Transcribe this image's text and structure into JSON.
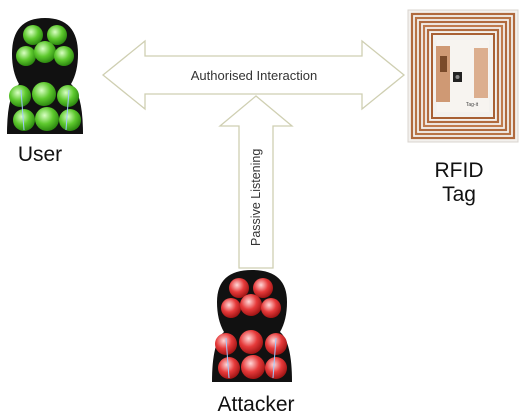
{
  "nodes": {
    "user": {
      "label": "User"
    },
    "attacker": {
      "label": "Attacker"
    },
    "rfid_tag": {
      "label_line1": "RFID",
      "label_line2": "Tag",
      "chip_text": "Tag-it"
    }
  },
  "edges": {
    "authorised": {
      "label": "Authorised Interaction"
    },
    "passive": {
      "label": "Passive Listening"
    }
  },
  "colors": {
    "user_body": "#58c22a",
    "attacker_body": "#e83030",
    "arrow_stroke": "#cfcfb2",
    "tag_copper": "#b06a3e"
  }
}
